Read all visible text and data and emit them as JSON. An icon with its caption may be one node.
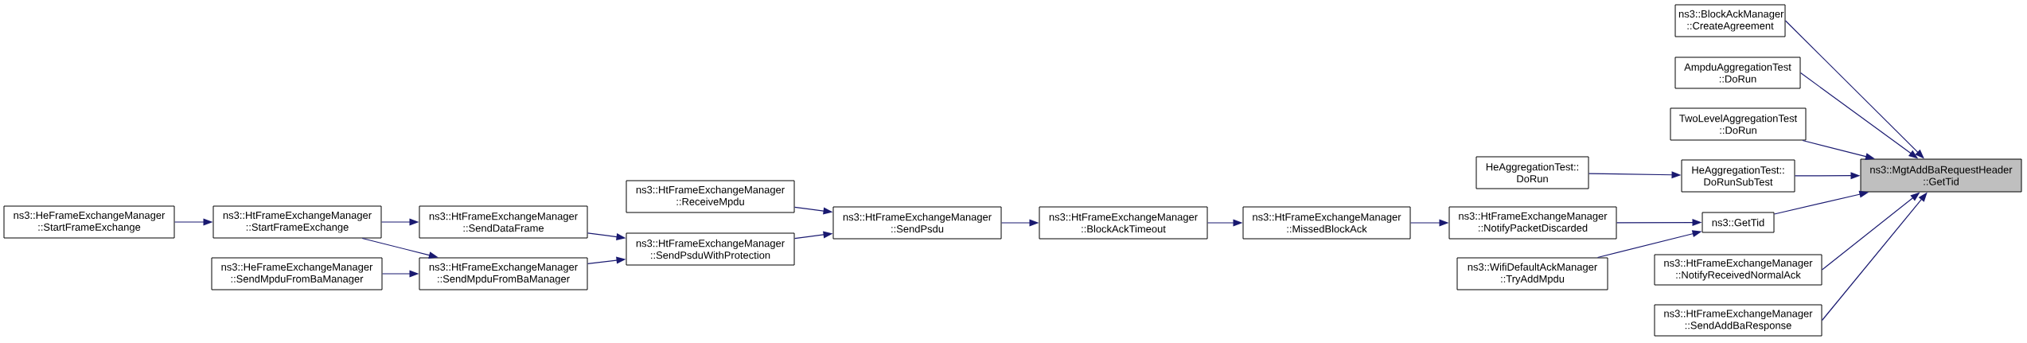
{
  "diagram": {
    "nodes": [
      {
        "text": [
          "ns3::MgtAddBaRequestHeader ::GetTid"
        ]
      },
      {
        "text": [
          "ns3::BlockAckManager ::CreateAgreement"
        ]
      },
      {
        "text": [
          "AmpduAggregationTest ::DoRun"
        ]
      },
      {
        "text": [
          "TwoLevelAggregationTest ::DoRun"
        ]
      },
      {
        "text": [
          "HeAggregationTest:: DoRun"
        ]
      },
      {
        "text": [
          "HeAggregationTest:: DoRunSubTest"
        ]
      },
      {
        "text": [
          "ns3::GetTid"
        ]
      },
      {
        "text": [
          "ns3::HtFrameExchangeManager ::NotifyPacketDiscarded"
        ]
      },
      {
        "text": [
          "ns3::WifiDefaultAckManager ::TryAddMpdu"
        ]
      },
      {
        "text": [
          "ns3::HtFrameExchangeManager ::NotifyReceivedNormalAck"
        ]
      },
      {
        "text": [
          "ns3::HtFrameExchangeManager ::SendAddBaResponse"
        ]
      },
      {
        "text": [
          "ns3::HtFrameExchangeManager ::MissedBlockAck"
        ]
      },
      {
        "text": [
          "ns3::HtFrameExchangeManager ::BlockAckTimeout"
        ]
      },
      {
        "text": [
          "ns3::HtFrameExchangeManager ::SendPsdu"
        ]
      },
      {
        "text": [
          "ns3::HtFrameExchangeManager ::ReceiveMpdu"
        ]
      },
      {
        "text": [
          "ns3::HtFrameExchangeManager ::SendPsduWithProtection"
        ]
      },
      {
        "text": [
          "ns3::HtFrameExchangeManager ::SendDataFrame"
        ]
      },
      {
        "text": [
          "ns3::HtFrameExchangeManager ::SendMpduFromBaManager"
        ]
      },
      {
        "text": [
          "ns3::HeFrameExchangeManager ::StartFrameExchange"
        ]
      },
      {
        "text": [
          "ns3::HtFrameExchangeManager ::StartFrameExchange"
        ]
      },
      {
        "text": [
          "ns3::HeFrameExchangeManager ::SendMpduFromBaManager"
        ]
      }
    ],
    "edges": [
      {
        "from": 1,
        "to": 0,
        "arrow": "to"
      },
      {
        "from": 2,
        "to": 0,
        "arrow": "to"
      },
      {
        "from": 3,
        "to": 0,
        "arrow": "to"
      },
      {
        "from": 5,
        "to": 0,
        "arrow": "to"
      },
      {
        "from": 6,
        "to": 0,
        "arrow": "to"
      },
      {
        "from": 9,
        "to": 0,
        "arrow": "to"
      },
      {
        "from": 10,
        "to": 0,
        "arrow": "to"
      },
      {
        "from": 4,
        "to": 5,
        "arrow": "to"
      },
      {
        "from": 7,
        "to": 6,
        "arrow": "to"
      },
      {
        "from": 8,
        "to": 6,
        "arrow": "to"
      },
      {
        "from": 11,
        "to": 7,
        "arrow": "to"
      },
      {
        "from": 12,
        "to": 11,
        "arrow": "to"
      },
      {
        "from": 13,
        "to": 12,
        "arrow": "to"
      },
      {
        "from": 14,
        "to": 13,
        "arrow": "to"
      },
      {
        "from": 15,
        "to": 13,
        "arrow": "to"
      },
      {
        "from": 16,
        "to": 15,
        "arrow": "to"
      },
      {
        "from": 17,
        "to": 15,
        "arrow": "to"
      },
      {
        "from": 19,
        "to": 16,
        "arrow": "to"
      },
      {
        "from": 19,
        "to": 17,
        "arrow": "to"
      },
      {
        "from": 20,
        "to": 17,
        "arrow": "to"
      },
      {
        "from": 18,
        "to": 19,
        "arrow": "to"
      }
    ]
  }
}
